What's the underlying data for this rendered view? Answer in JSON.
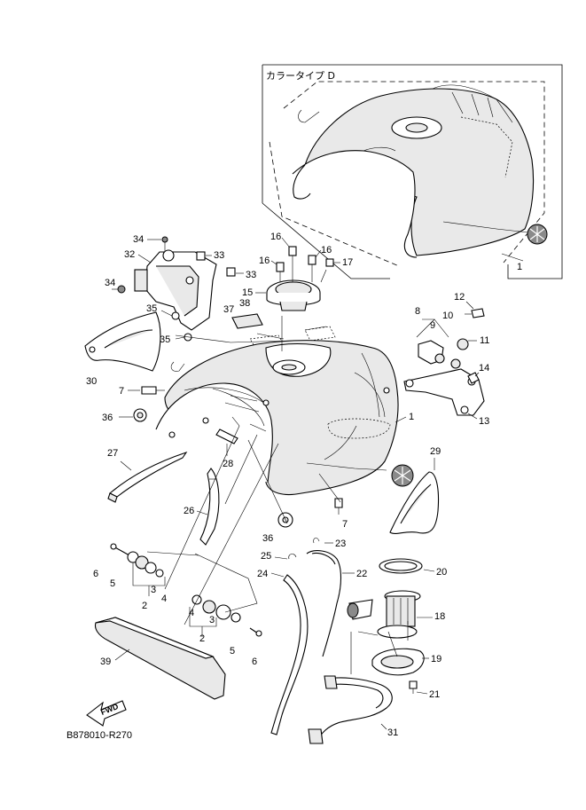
{
  "inset": {
    "title": "カラータイプ D"
  },
  "drawing_id": "B878010-R270",
  "fwd_label": "FWD",
  "callouts": {
    "c1_inset": "1",
    "c1_main": "1",
    "c2_left": "2",
    "c2_right": "2",
    "c3_left": "3",
    "c3_right": "3",
    "c4_left": "4",
    "c4_right": "4",
    "c5_left": "5",
    "c5_right": "5",
    "c6_left": "6",
    "c6_right": "6",
    "c7_left": "7",
    "c7_bottom": "7",
    "c8": "8",
    "c9": "9",
    "c10": "10",
    "c11": "11",
    "c12": "12",
    "c13": "13",
    "c14": "14",
    "c15": "15",
    "c16_left": "16",
    "c16_top": "16",
    "c16_right": "16",
    "c17": "17",
    "c18": "18",
    "c19": "19",
    "c20": "20",
    "c21": "21",
    "c22": "22",
    "c23": "23",
    "c24": "24",
    "c25": "25",
    "c26": "26",
    "c27": "27",
    "c28": "28",
    "c29": "29",
    "c30": "30",
    "c31": "31",
    "c32": "32",
    "c33_top": "33",
    "c33_bottom": "33",
    "c34_top": "34",
    "c34_left": "34",
    "c35_top": "35",
    "c35_bottom": "35",
    "c36_left": "36",
    "c36_bottom": "36",
    "c37": "37",
    "c38": "38",
    "c39": "39"
  }
}
